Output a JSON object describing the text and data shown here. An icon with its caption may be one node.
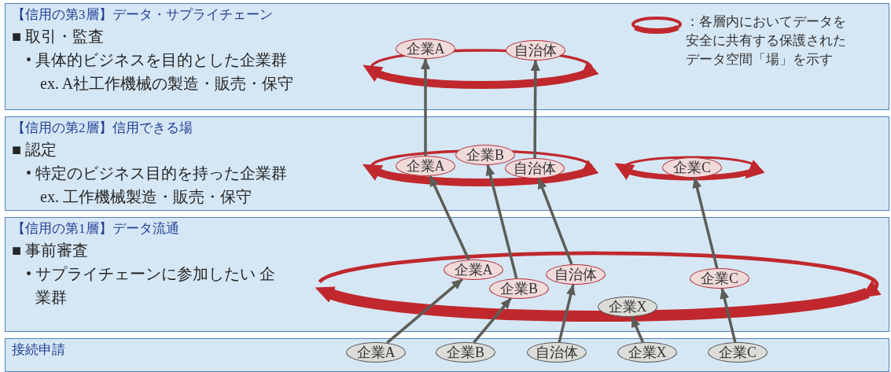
{
  "diagram": {
    "nodes": [
      {
        "text": [
          "【信用の第3層】データ・サプライチェーン",
          "■ 取引・監査",
          "• 具体的ビジネスを目的とした企業群",
          "ex. A社工作機械の製造・販売・保守"
        ]
      },
      {
        "text": [
          "企業A"
        ],
        "in": 0
      },
      {
        "text": [
          "自治体"
        ],
        "in": 0
      },
      {
        "text": [
          "【信用の第2層】信用できる場",
          "■ 認定",
          "• 特定のビジネス目的を持った企業群",
          "ex. 工作機械製造・販売・保守"
        ]
      },
      {
        "text": [
          "企業A"
        ],
        "in": 3
      },
      {
        "text": [
          "企業B"
        ],
        "in": 3
      },
      {
        "text": [
          "自治体"
        ],
        "in": 3
      },
      {
        "text": [
          "企業C"
        ],
        "in": 3
      },
      {
        "text": [
          "【信用の第1層】データ流通",
          "■ 事前審査",
          "• サプライチェーンに参加したい 企業群"
        ]
      },
      {
        "text": [
          "企業A"
        ],
        "in": 8
      },
      {
        "text": [
          "企業B"
        ],
        "in": 8
      },
      {
        "text": [
          "自治体"
        ],
        "in": 8
      },
      {
        "text": [
          "企業C"
        ],
        "in": 8
      },
      {
        "text": [
          "企業X"
        ],
        "in": 8
      },
      {
        "text": [
          "接続申請"
        ]
      },
      {
        "text": [
          "企業A"
        ],
        "in": 14
      },
      {
        "text": [
          "企業B"
        ],
        "in": 14
      },
      {
        "text": [
          "自治体"
        ],
        "in": 14
      },
      {
        "text": [
          "企業X"
        ],
        "in": 14
      },
      {
        "text": [
          "企業C"
        ],
        "in": 14
      }
    ],
    "edges": [
      {
        "from": 15,
        "to": 9,
        "arrow": "to"
      },
      {
        "from": 16,
        "to": 10,
        "arrow": "to"
      },
      {
        "from": 17,
        "to": 11,
        "arrow": "to"
      },
      {
        "from": 18,
        "to": 13,
        "arrow": "to"
      },
      {
        "from": 19,
        "to": 12,
        "arrow": "to"
      },
      {
        "from": 9,
        "to": 4,
        "arrow": "to"
      },
      {
        "from": 10,
        "to": 5,
        "arrow": "to"
      },
      {
        "from": 11,
        "to": 6,
        "arrow": "to"
      },
      {
        "from": 12,
        "to": 7,
        "arrow": "to"
      },
      {
        "from": 4,
        "to": 1,
        "arrow": "to"
      },
      {
        "from": 6,
        "to": 2,
        "arrow": "to"
      }
    ],
    "legend": [
      {
        "text": "：各層内においてデータを安全に共有する保護されたデータ空間「場」を示す"
      }
    ]
  }
}
